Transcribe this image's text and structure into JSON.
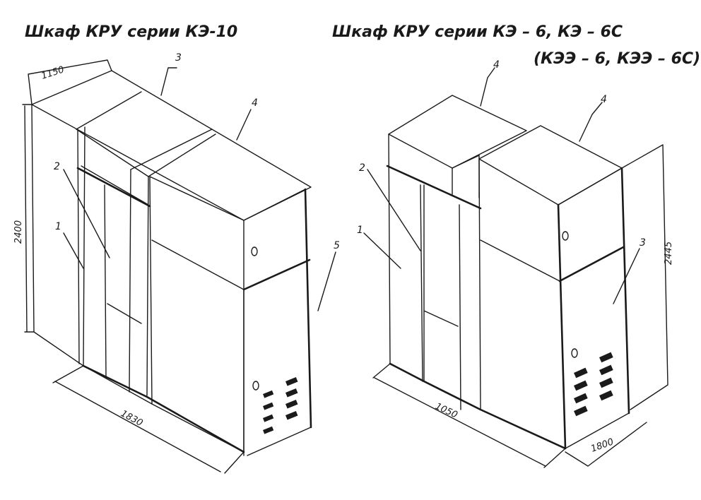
{
  "left_figure": {
    "title": "Шкаф КРУ серии КЭ-10",
    "labels": {
      "l1": "1",
      "l2": "2",
      "l3": "3",
      "l4": "4",
      "l5": "5"
    },
    "dims": {
      "depth": "1150",
      "height": "2400",
      "width": "1830"
    }
  },
  "right_figure": {
    "title": "Шкаф КРУ серии КЭ – 6, КЭ – 6С",
    "subtitle": "(КЭЭ – 6, КЭЭ – 6С)",
    "labels": {
      "l1": "1",
      "l2": "2",
      "l3": "3",
      "l4": "4",
      "l4b": "4"
    },
    "dims": {
      "width": "1050",
      "height": "2445",
      "depth": "1800"
    }
  },
  "colors": {
    "ink": "#1a1a1a",
    "paper": "#ffffff"
  }
}
